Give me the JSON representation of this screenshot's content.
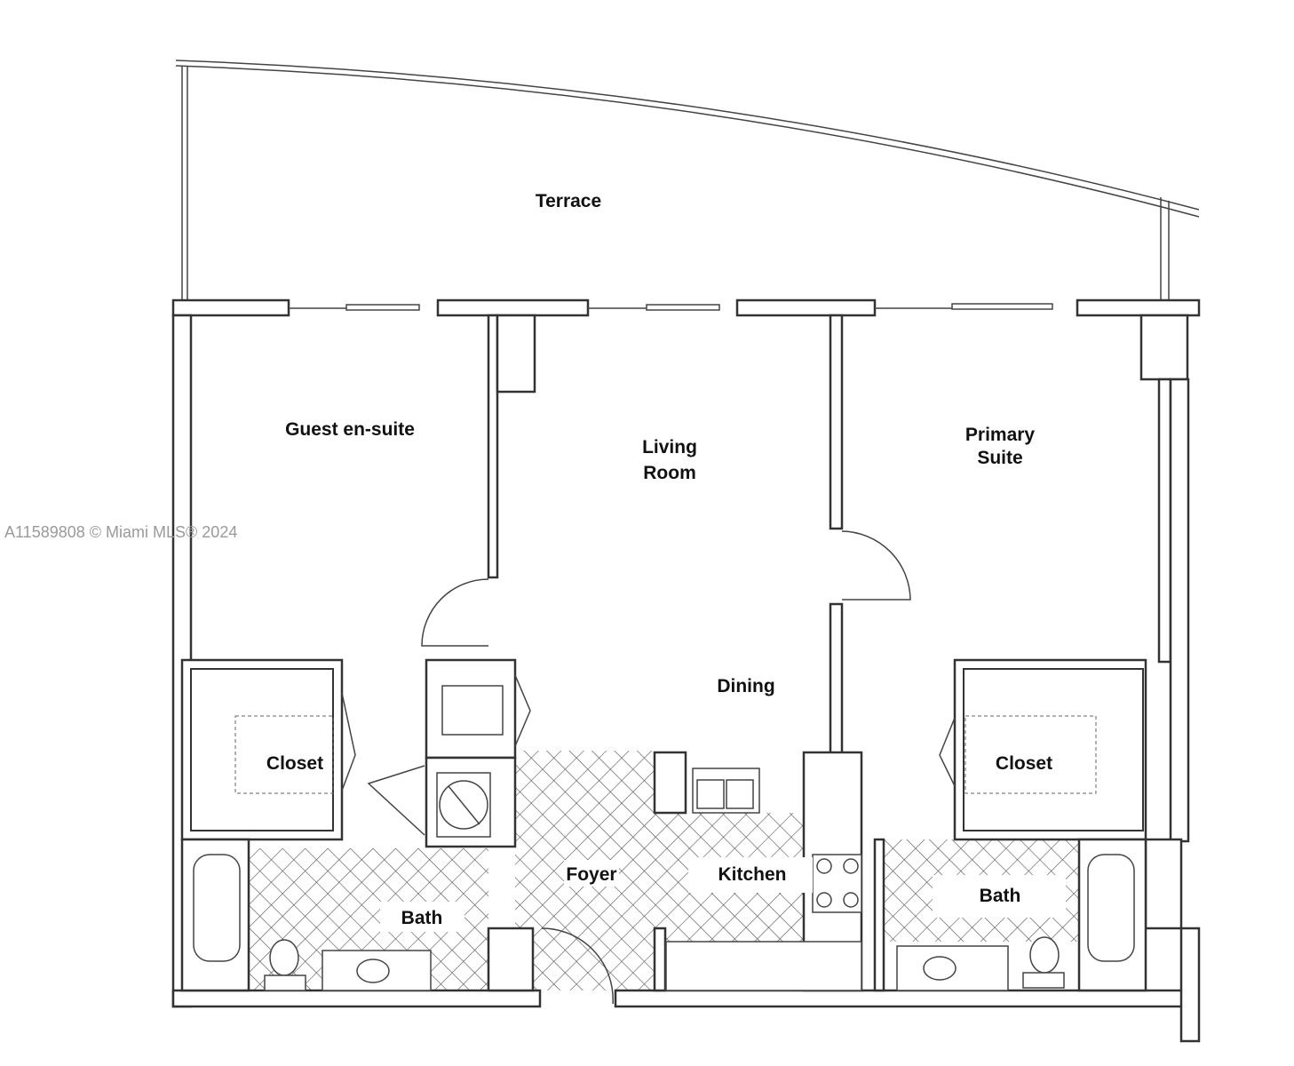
{
  "watermark": "A11589808 © Miami MLS® 2024",
  "rooms": {
    "terrace": "Terrace",
    "guest_suite": "Guest en-suite",
    "living_line1": "Living",
    "living_line2": "Room",
    "primary_line1": "Primary",
    "primary_line2": "Suite",
    "dining": "Dining",
    "closet_left": "Closet",
    "closet_right": "Closet",
    "foyer": "Foyer",
    "kitchen": "Kitchen",
    "bath_left": "Bath",
    "bath_right": "Bath"
  }
}
